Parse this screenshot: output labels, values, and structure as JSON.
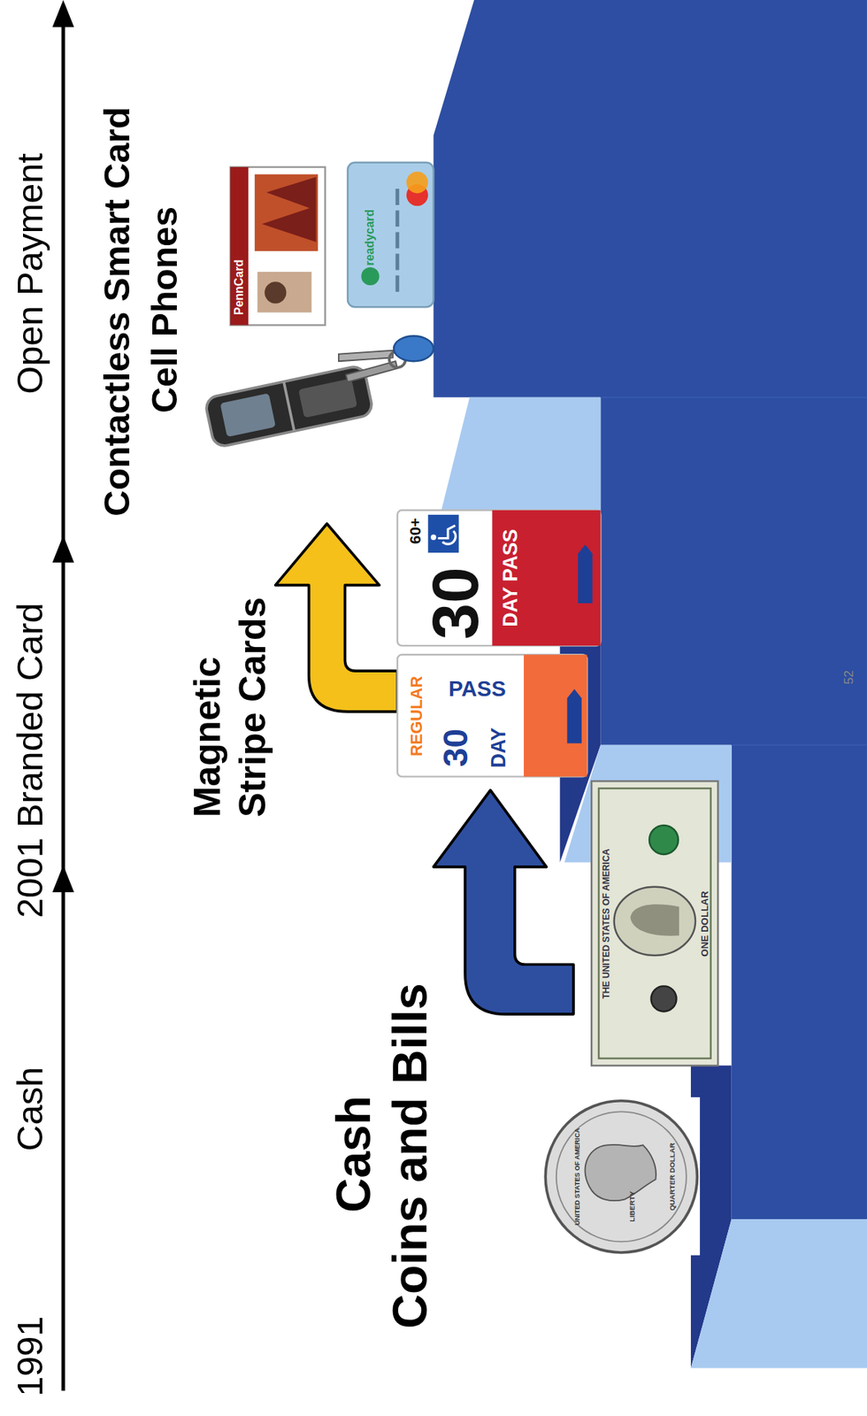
{
  "diagram": {
    "labels": [
      "1991",
      "Cash",
      "2001 Branded Card",
      "Open Payment",
      "Cash",
      "Coins and Bills",
      "Magnetic Stripe Cards",
      "Contactless Smart Card",
      "Cell Phones",
      "REGULAR",
      "30",
      "DAY",
      "PASS",
      "30",
      "60+",
      "DAY PASS",
      "PennCard",
      "readycard",
      "52",
      "UNITED STATES OF AMERICA",
      "LIBERTY",
      "QUARTER DOLLAR",
      "THE UNITED STATES OF AMERICA",
      "ONE DOLLAR"
    ]
  }
}
